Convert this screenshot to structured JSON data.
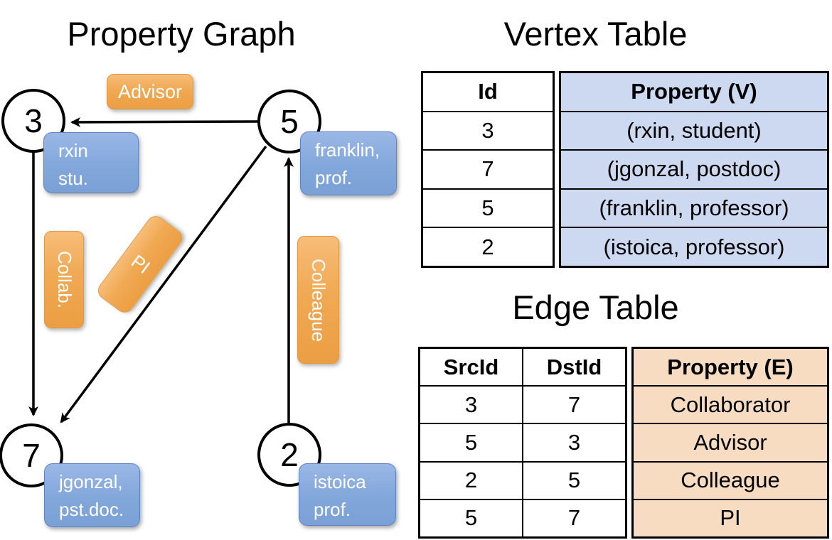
{
  "graph": {
    "title": "Property Graph",
    "nodes": [
      {
        "id": "3",
        "label": "rxin\nstu."
      },
      {
        "id": "5",
        "label": "franklin,\nprof."
      },
      {
        "id": "7",
        "label": "jgonzal,\npst.doc."
      },
      {
        "id": "2",
        "label": "istoica\nprof."
      }
    ],
    "edges": [
      {
        "src": "5",
        "dst": "3",
        "label": "Advisor"
      },
      {
        "src": "3",
        "dst": "7",
        "label": "Collab."
      },
      {
        "src": "5",
        "dst": "7",
        "label": "PI"
      },
      {
        "src": "2",
        "dst": "5",
        "label": "Colleague"
      }
    ]
  },
  "vertex_table": {
    "title": "Vertex Table",
    "headers": {
      "id": "Id",
      "property": "Property (V)"
    },
    "rows": [
      {
        "id": "3",
        "property": "(rxin, student)"
      },
      {
        "id": "7",
        "property": "(jgonzal, postdoc)"
      },
      {
        "id": "5",
        "property": "(franklin, professor)"
      },
      {
        "id": "2",
        "property": "(istoica, professor)"
      }
    ]
  },
  "edge_table": {
    "title": "Edge Table",
    "headers": {
      "src": "SrcId",
      "dst": "DstId",
      "property": "Property (E)"
    },
    "rows": [
      {
        "src": "3",
        "dst": "7",
        "property": "Collaborator"
      },
      {
        "src": "5",
        "dst": "3",
        "property": "Advisor"
      },
      {
        "src": "2",
        "dst": "5",
        "property": "Colleague"
      },
      {
        "src": "5",
        "dst": "7",
        "property": "PI"
      }
    ]
  },
  "colors": {
    "vertex_fill": "#cdd9f1",
    "edge_fill": "#f7dcc2",
    "label_orange": "#ec9e43",
    "label_orange_light": "#f7bd79",
    "vertex_box_blue": "#7aa0d6",
    "line_black": "#000000"
  }
}
